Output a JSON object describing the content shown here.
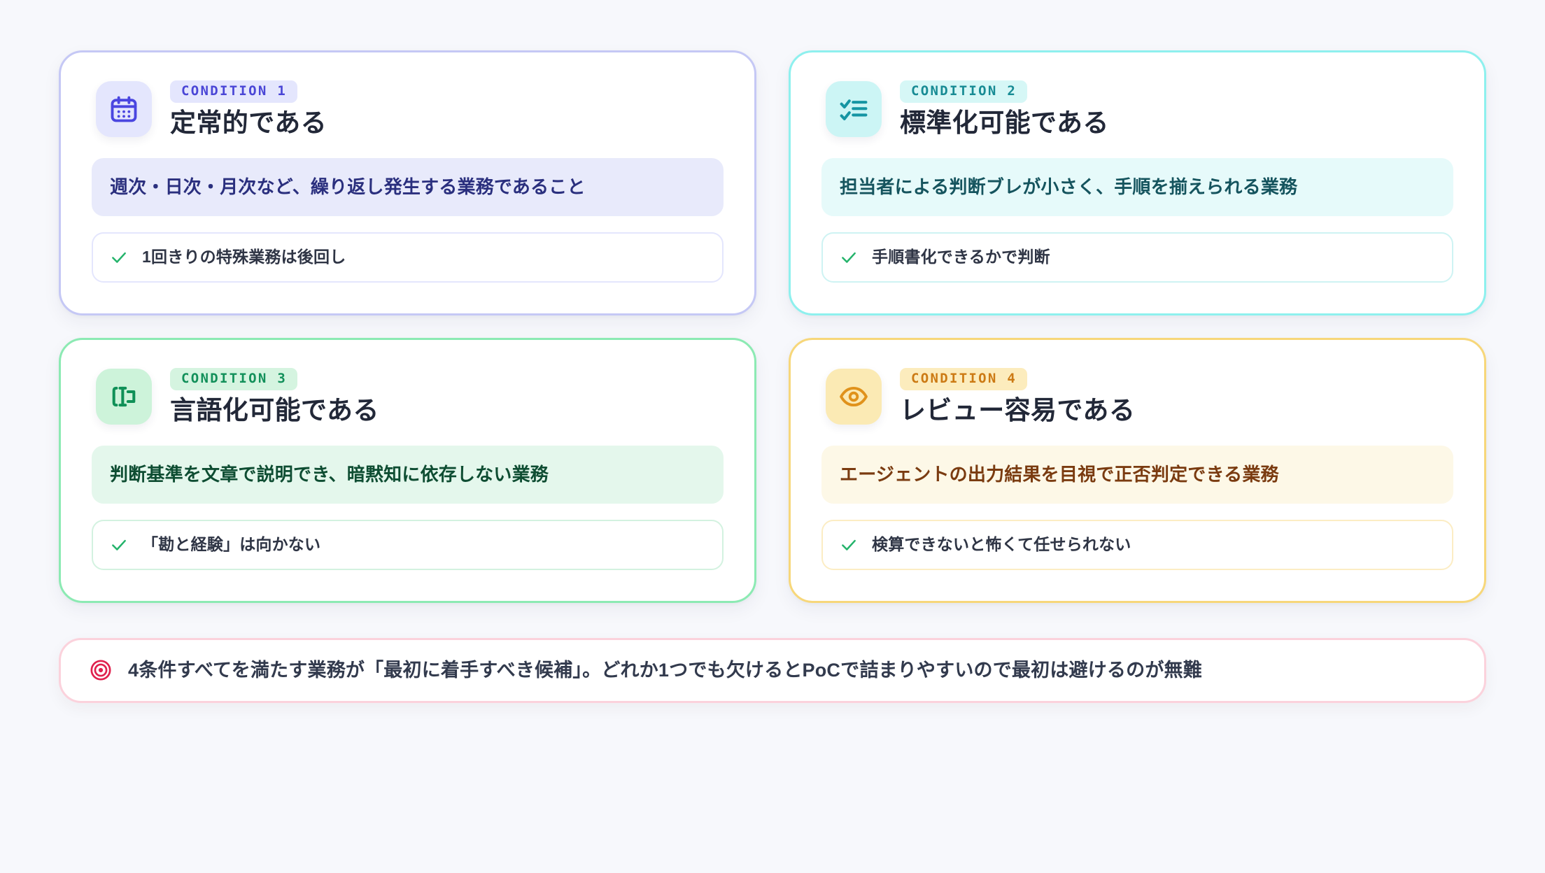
{
  "cards": [
    {
      "badge": "CONDITION 1",
      "title": "定常的である",
      "description": "週次・日次・月次など、繰り返し発生する業務であること",
      "note": "1回きりの特殊業務は後回し",
      "icon": "calendar-icon",
      "colors": {
        "edge": "#c5c8f5",
        "tile": "#e4e6fd",
        "badge_bg": "#e4e6fd",
        "badge_fg": "#4a46d6",
        "desc_bg": "#e8eafb",
        "desc_fg": "#2a2f7e",
        "note_edge": "#e4e6fd",
        "icon": "#4a46e0"
      }
    },
    {
      "badge": "CONDITION 2",
      "title": "標準化可能である",
      "description": "担当者による判断ブレが小さく、手順を揃えられる業務",
      "note": "手順書化できるかで判断",
      "icon": "checklist-icon",
      "colors": {
        "edge": "#8ef0ee",
        "tile": "#ccf5f5",
        "badge_bg": "#d6f7f6",
        "badge_fg": "#178b94",
        "desc_bg": "#e6fafa",
        "desc_fg": "#15545e",
        "note_edge": "#cef3f3",
        "icon": "#1595a3"
      }
    },
    {
      "badge": "CONDITION 3",
      "title": "言語化可能である",
      "description": "判断基準を文章で説明でき、暗黙知に依存しない業務",
      "note": "「勘と経験」は向かない",
      "icon": "text-cursor-icon",
      "colors": {
        "edge": "#8ceab3",
        "tile": "#cdf3da",
        "badge_bg": "#d5f4e0",
        "badge_fg": "#12905a",
        "desc_bg": "#e4f7ec",
        "desc_fg": "#0e4d32",
        "note_edge": "#d3f2e0",
        "icon": "#0f9057"
      }
    },
    {
      "badge": "CONDITION 4",
      "title": "レビュー容易である",
      "description": "エージェントの出力結果を目視で正否判定できる業務",
      "note": "検算できないと怖くて任せられない",
      "icon": "eye-icon",
      "colors": {
        "edge": "#f7d77a",
        "tile": "#fbeab4",
        "badge_bg": "#fcecbd",
        "badge_fg": "#cc7a14",
        "desc_bg": "#fdf8e7",
        "desc_fg": "#7a3b10",
        "note_edge": "#fcedc4",
        "icon": "#e0921b"
      }
    }
  ],
  "footer": {
    "icon": "target-icon",
    "text": "4条件すべてを満たす業務が「最初に着手すべき候補」。どれか1つでも欠けるとPoCで詰まりやすいので最初は避けるのが無難",
    "icon_color": "#e0214e",
    "border_color": "#fbd2dc"
  },
  "check_icon": {
    "name": "check-icon",
    "color": "#24b36b"
  }
}
